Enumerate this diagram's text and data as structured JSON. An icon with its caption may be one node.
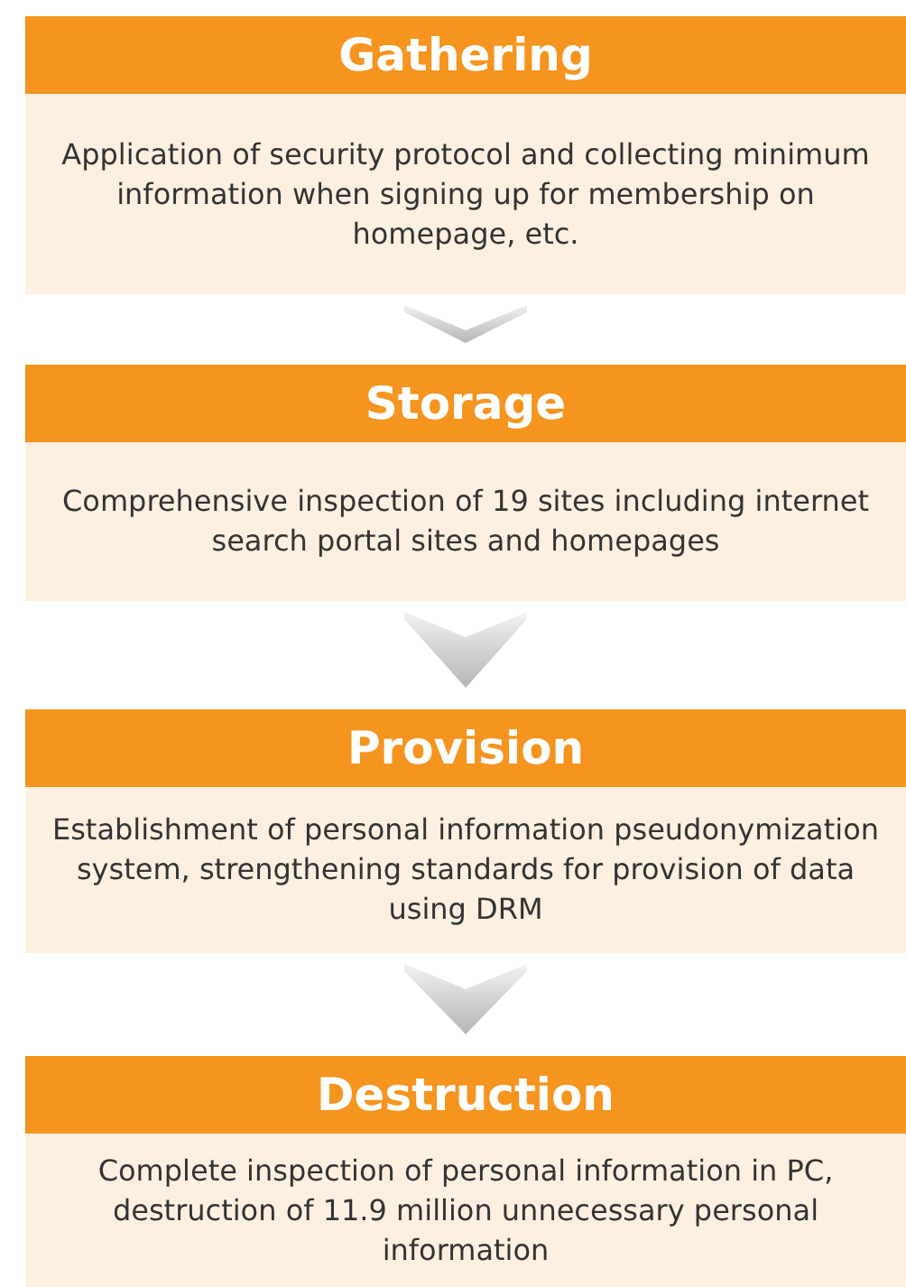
{
  "diagram": {
    "nodes": [
      {
        "text": [
          "Gathering",
          "Application of security protocol and collecting minimum information when signing up for membership on homepage, etc."
        ]
      },
      {
        "text": [
          "Storage",
          "Comprehensive inspection of 19 sites including internet search portal sites and homepages"
        ]
      },
      {
        "text": [
          "Provision",
          "Establishment of personal information pseudonymization system, strengthening standards for provision of data using DRM"
        ]
      },
      {
        "text": [
          "Destruction",
          "Complete inspection of personal information in PC, destruction of 11.9 million unnecessary personal information"
        ]
      }
    ],
    "edges": [
      {
        "from": 0,
        "to": 1,
        "arrow": "to"
      },
      {
        "from": 1,
        "to": 2,
        "arrow": "to"
      },
      {
        "from": 2,
        "to": 3,
        "arrow": "to"
      }
    ]
  }
}
